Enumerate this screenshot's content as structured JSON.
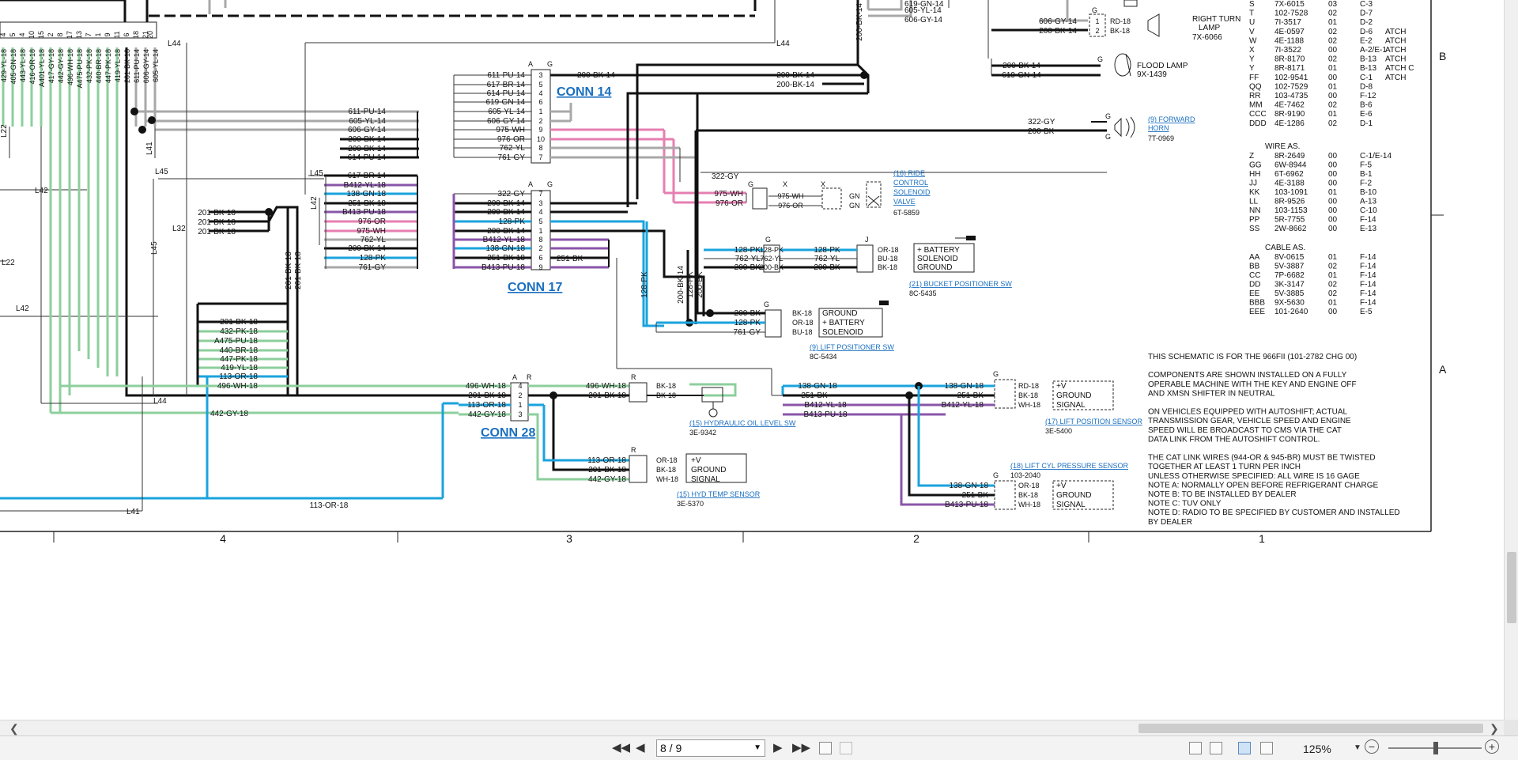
{
  "connectors": {
    "conn14": {
      "title": "CONN 14",
      "col_a": "A",
      "col_g": "G",
      "wires": [
        "611-PU-14",
        "617-BR-14",
        "614-PU-14",
        "619-GN-14",
        "605-YL-14",
        "606-GY-14",
        "975-WH",
        "976-OR",
        "762-YL",
        "761-GY"
      ],
      "pins": [
        "3",
        "5",
        "4",
        "6",
        "1",
        "2",
        "9",
        "10",
        "8",
        "7"
      ],
      "out_wire": "200-BK-14"
    },
    "conn17": {
      "title": "CONN 17",
      "col_a": "A",
      "col_g": "G",
      "wires": [
        "322-GY",
        "200-BK-14",
        "200-BK-14",
        "128-PK",
        "200-BK-14",
        "B412-YL-18",
        "138-GN-18",
        "251-BK-18",
        "B413-PU-18"
      ],
      "pins": [
        "7",
        "3",
        "4",
        "5",
        "1",
        "8",
        "2",
        "6",
        "9"
      ],
      "out_label": "251-BK"
    },
    "conn28": {
      "title": "CONN 28",
      "col_a": "A",
      "col_r": "R",
      "wires": [
        "496-WH-18",
        "201-BK-18",
        "113-OR-18",
        "442-GY-18"
      ],
      "pins": [
        "4",
        "2",
        "1",
        "3"
      ]
    }
  },
  "bundle_top": {
    "pins": [
      "4",
      "5",
      "4",
      "10",
      "15",
      "2",
      "8",
      "17",
      "13",
      "7",
      "1",
      "9",
      "11",
      "6",
      "18",
      "21",
      "20",
      "1"
    ],
    "wires": [
      "429-YL-18",
      "405-GN-18",
      "443-YL-18",
      "416-OR-18",
      "A401-YL-18",
      "417-GY-18",
      "442-GY-18",
      "496-WH-18",
      "A475-PU-18",
      "432-PK-18",
      "440-BR-18",
      "447-PK-18",
      "419-YL-18",
      "201-BK-18",
      "611-PU-14",
      "606-GY-14",
      "605-YL-14"
    ]
  },
  "left_bundle": [
    "611-PU-14",
    "605-YL-14",
    "606-GY-14",
    "200-BK-14",
    "200-BK-14",
    "614-PU-14"
  ],
  "left_bundle2": [
    "617-BR-14",
    "B412-YL-18",
    "138-GN-18",
    "251-BK-18",
    "B413-PU-18",
    "976-OR",
    "975-WH",
    "762-YL",
    "200-BK-14",
    "128-PK",
    "761-GY"
  ],
  "mid_bundle": [
    "201-BK-18",
    "432-PK-18",
    "A475-PU-18",
    "440-BR-18",
    "447-PK-18",
    "419-YL-18",
    "113-OR-18",
    "496-WH-18"
  ],
  "misc_wires": {
    "bk18a": "201-BK-18",
    "bk18b": "201-BK-18",
    "bk18c": "201-BK-18",
    "bk18v1": "201-BK-18",
    "bk18v2": "201-BK-18",
    "gy18": "442-GY-18",
    "or18": "113-OR-18",
    "gy322": "322-GY",
    "pk128v": "128-PK",
    "bk14v": "200-BK-14",
    "pkv": "128-PK",
    "bkv": "200-BK",
    "bk14top1": "200-BK-14",
    "bk14top2": "200-BK-14"
  },
  "labels_l": [
    "L44",
    "L44",
    "L22",
    "L42",
    "L45",
    "L45",
    "L42",
    "L32",
    "L41",
    "L45",
    "L22",
    "L42",
    "L44",
    "L41"
  ],
  "components": {
    "right_turn": {
      "wires": [
        "619-GN-14",
        "605-YL-14",
        "606-GY-14",
        "606-GY-14",
        "200-BK-14"
      ],
      "conn": "G",
      "pins": [
        "1",
        "2"
      ],
      "out": [
        "RD-18",
        "BK-18"
      ],
      "name1": "RIGHT TURN",
      "name2": "LAMP",
      "part": "7X-6066"
    },
    "flood": {
      "wires": [
        "200-BK-14",
        "619-GN-14"
      ],
      "conn": "G",
      "name": "FLOOD LAMP",
      "part": "9X-1439"
    },
    "horn": {
      "wires": [
        "322-GY",
        "200-BK"
      ],
      "conn1": "G",
      "conn2": "G",
      "name1": "(9) FORWARD",
      "name2": "HORN",
      "part": "7T-0969"
    },
    "ride": {
      "wires": [
        "975-WH",
        "976-OR"
      ],
      "conn": "G",
      "connx": "X",
      "mid": [
        "975-WH",
        "976-OR"
      ],
      "out": [
        "GN",
        "GN"
      ],
      "name1": "(16) RIDE",
      "name2": "CONTROL",
      "name3": "SOLENOID",
      "name4": "VALVE",
      "part": "6T-5859"
    },
    "bucket": {
      "conn_g": "G",
      "conn_j": "J",
      "in": [
        "128-PK",
        "762-YL",
        "200-BK"
      ],
      "mid": [
        "128-PK",
        "762-YL",
        "200-BK"
      ],
      "out": [
        "OR-18",
        "BU-18",
        "BK-18"
      ],
      "box": [
        "+ BATTERY",
        "SOLENOID",
        "GROUND"
      ],
      "name": "(21) BUCKET POSITIONER SW",
      "part": "8C-5435"
    },
    "lift_pos_sw": {
      "conn": "G",
      "in": [
        "200-BK",
        "128-PK",
        "761-GY"
      ],
      "out": [
        "BK-18",
        "OR-18",
        "BU-18"
      ],
      "box": [
        "GROUND",
        "+ BATTERY",
        "SOLENOID"
      ],
      "name": "(9) LIFT POSITIONER SW",
      "part": "8C-5434"
    },
    "hyd_level": {
      "conn": "R",
      "in": [
        "496-WH-18",
        "201-BK-18"
      ],
      "out": [
        "BK-18",
        "BK-18"
      ],
      "name": "(15) HYDRAULIC OIL LEVEL SW",
      "part": "3E-9342"
    },
    "hyd_temp": {
      "conn": "R",
      "in": [
        "113-OR-18",
        "201-BK-18",
        "442-GY-18"
      ],
      "out": [
        "OR-18",
        "BK-18",
        "WH-18"
      ],
      "box": [
        "+V",
        "GROUND",
        "SIGNAL"
      ],
      "name": "(15) HYD TEMP SENSOR",
      "part": "3E-5370"
    },
    "lift_pos_sensor": {
      "conn": "G",
      "in": [
        "138-GN-18",
        "251-BK",
        "B412-YL-18"
      ],
      "left": [
        "138-GN-18",
        "251-BK",
        "B412-YL-18",
        "B413-PU-18"
      ],
      "out": [
        "RD-18",
        "BK-18",
        "WH-18"
      ],
      "box": [
        "+V",
        "GROUND",
        "SIGNAL"
      ],
      "name": "(17) LIFT POSITION SENSOR",
      "part": "3E-5400"
    },
    "lift_cyl": {
      "conn": "G",
      "in": [
        "138-GN-18",
        "251-BK",
        "B413-PU-18"
      ],
      "out": [
        "OR-18",
        "BK-18",
        "WH-18"
      ],
      "box": [
        "+V",
        "GROUND",
        "SIGNAL"
      ],
      "name": "(18) LIFT CYL PRESSURE SENSOR",
      "part": "103-2040"
    }
  },
  "bottom_wire": "113-OR-18",
  "grid": {
    "cols": [
      "4",
      "3",
      "2",
      "1"
    ],
    "rows": [
      "B",
      "A"
    ]
  },
  "parts_table": {
    "rows": [
      [
        "S",
        "7X-6015",
        "03",
        "C-3",
        ""
      ],
      [
        "T",
        "102-7528",
        "02",
        "D-7",
        ""
      ],
      [
        "U",
        "7I-3517",
        "01",
        "D-2",
        ""
      ],
      [
        "V",
        "4E-0597",
        "02",
        "D-6",
        "ATCH"
      ],
      [
        "W",
        "4E-1188",
        "02",
        "E-2",
        "ATCH"
      ],
      [
        "X",
        "7I-3522",
        "00",
        "A-2/E-1",
        "ATCH"
      ],
      [
        "Y",
        "8R-8170",
        "02",
        "B-13",
        "ATCH"
      ],
      [
        "Y",
        "8R-8171",
        "01",
        "B-13",
        "ATCH  C"
      ],
      [
        "FF",
        "102-9541",
        "00",
        "C-1",
        "ATCH"
      ],
      [
        "QQ",
        "102-7529",
        "01",
        "D-8",
        ""
      ],
      [
        "RR",
        "103-4735",
        "00",
        "F-12",
        ""
      ],
      [
        "MM",
        "4E-7462",
        "02",
        "B-6",
        ""
      ],
      [
        "CCC",
        "8R-9190",
        "01",
        "E-6",
        ""
      ],
      [
        "DDD",
        "4E-1286",
        "02",
        "D-1",
        ""
      ]
    ],
    "wire_title": "WIRE AS.",
    "wire_rows": [
      [
        "Z",
        "8R-2649",
        "00",
        "C-1/E-14"
      ],
      [
        "GG",
        "6W-8944",
        "00",
        "F-5"
      ],
      [
        "HH",
        "6T-6962",
        "00",
        "B-1"
      ],
      [
        "JJ",
        "4E-3188",
        "00",
        "F-2"
      ],
      [
        "KK",
        "103-1091",
        "01",
        "B-10"
      ],
      [
        "LL",
        "8R-9526",
        "00",
        "A-13"
      ],
      [
        "NN",
        "103-1153",
        "00",
        "C-10"
      ],
      [
        "PP",
        "5R-7755",
        "00",
        "F-14"
      ],
      [
        "SS",
        "2W-8662",
        "00",
        "E-13"
      ]
    ],
    "cable_title": "CABLE AS.",
    "cable_rows": [
      [
        "AA",
        "8V-0615",
        "01",
        "F-14"
      ],
      [
        "BB",
        "5V-3887",
        "02",
        "F-14"
      ],
      [
        "CC",
        "7P-6682",
        "01",
        "F-14"
      ],
      [
        "DD",
        "3K-3147",
        "02",
        "F-14"
      ],
      [
        "EE",
        "5V-3885",
        "02",
        "F-14"
      ],
      [
        "BBB",
        "9X-5630",
        "01",
        "F-14"
      ],
      [
        "EEE",
        "101-2640",
        "00",
        "E-5"
      ]
    ]
  },
  "notes": [
    "THIS SCHEMATIC IS FOR THE 966FII (101-2782 CHG 00)",
    "",
    "COMPONENTS ARE SHOWN INSTALLED ON A FULLY",
    "OPERABLE MACHINE WITH THE KEY AND ENGINE OFF",
    "AND XMSN SHIFTER IN NEUTRAL",
    "",
    "ON VEHICLES EQUIPPED WITH AUTOSHIFT; ACTUAL",
    "TRANSMISSION GEAR, VEHICLE SPEED AND ENGINE",
    "SPEED WILL BE BROADCAST TO CMS VIA THE CAT",
    "DATA LINK FROM THE AUTOSHIFT CONTROL.",
    "",
    "THE CAT LINK WIRES (944-OR & 945-BR) MUST BE TWISTED",
    "TOGETHER AT LEAST 1 TURN PER INCH",
    "UNLESS OTHERWISE SPECIFIED: ALL WIRE IS 16 GAGE",
    "NOTE A: NORMALLY OPEN BEFORE REFRIGERANT CHARGE",
    "NOTE B: TO BE INSTALLED BY DEALER",
    "NOTE C: TUV ONLY",
    "NOTE D: RADIO TO BE SPECIFIED BY CUSTOMER AND INSTALLED",
    "            BY DEALER"
  ],
  "toolbar": {
    "page_value": "8 / 9",
    "zoom": "125%",
    "first_icon": "first-page-icon",
    "prev_icon": "previous-page-icon",
    "next_icon": "next-page-icon",
    "last_icon": "last-page-icon"
  },
  "colors": {
    "green": "#8ccf9c",
    "gray": "#a8a8a8",
    "blue": "#1aa3dd",
    "pink": "#e67fb2",
    "purple": "#8a55a8",
    "black": "#111111"
  }
}
